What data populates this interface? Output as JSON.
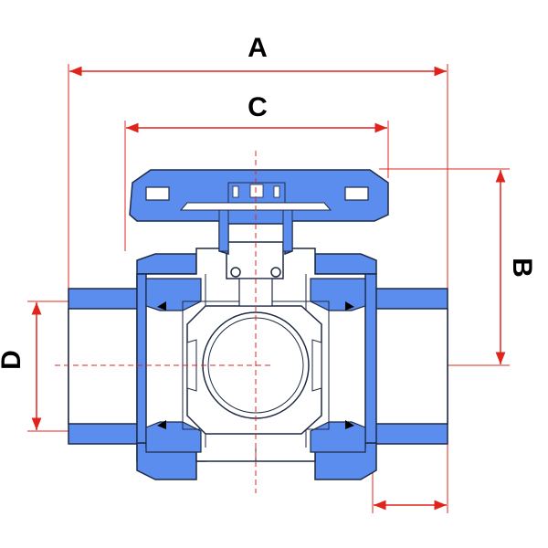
{
  "labels": {
    "A": "A",
    "B": "B",
    "C": "C",
    "D": "D"
  },
  "colors": {
    "body_blue": "#5b8def",
    "handle_blue": "#5b8def",
    "outline": "#1f2a44",
    "dimension_red": "#e0241b",
    "white_part": "#ffffff"
  }
}
